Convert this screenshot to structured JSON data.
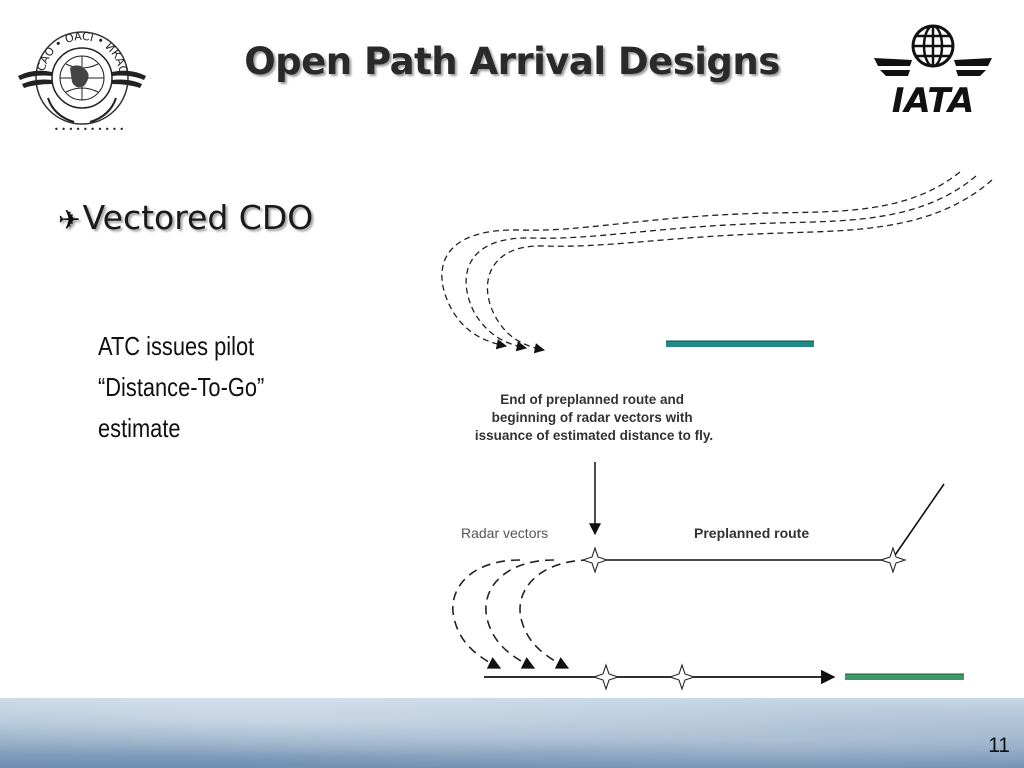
{
  "slide": {
    "title": "Open Path Arrival Designs",
    "bullet": "Vectored CDO",
    "body_lines": [
      "ATC issues pilot",
      "“Distance-To-Go”",
      "estimate"
    ],
    "slide_number": "11"
  },
  "logos": {
    "icao_ring_text": "ICAO • OACI • ИКАО",
    "iata_text": "IATA"
  },
  "diagram": {
    "annotation_lines": [
      "End of preplanned route and",
      "beginning of radar vectors with",
      "issuance of estimated distance to fly."
    ],
    "radar_vectors_label": "Radar vectors",
    "preplanned_route_label": "Preplanned route"
  },
  "colors": {
    "title_text": "#2a2a2a",
    "teal_segment": "#1f8a86",
    "green_segment": "#3f9a6a",
    "footer_sky": "#9db5cd"
  },
  "icons": {
    "bullet": "airplane-icon"
  }
}
